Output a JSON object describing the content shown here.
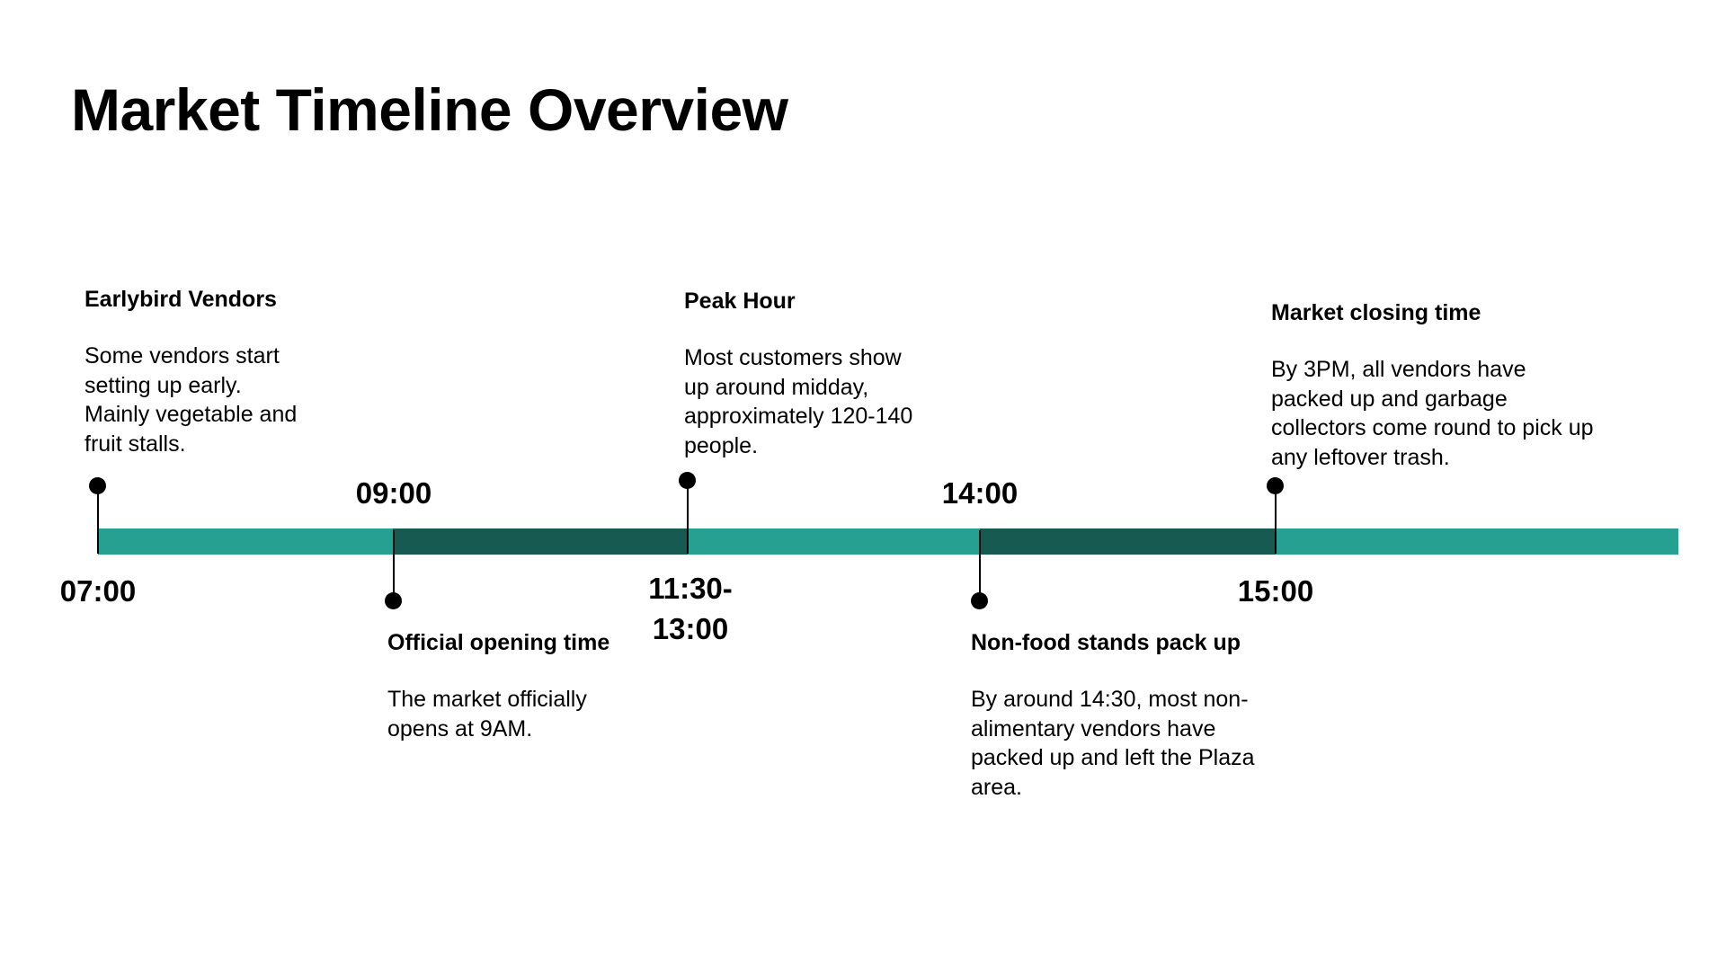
{
  "title": "Market Timeline Overview",
  "colors": {
    "segment_light": "#26a090",
    "segment_dark": "#165a52",
    "marker": "#000000"
  },
  "events": [
    {
      "time": "07:00",
      "title": "Earlybird Vendors",
      "description": "Some vendors start setting up early. Mainly vegetable and fruit stalls."
    },
    {
      "time": "09:00",
      "title": "Official opening time",
      "description": "The market officially opens at 9AM."
    },
    {
      "time": "11:30-\n13:00",
      "title": "Peak Hour",
      "description": "Most customers show up around midday, approximately 120-140 people."
    },
    {
      "time": "14:00",
      "title": "Non-food stands pack up",
      "description": "By around 14:30, most non-alimentary vendors have packed up and left the Plaza area."
    },
    {
      "time": "15:00",
      "title": "Market closing time",
      "description": "By 3PM, all vendors have packed up and garbage collectors come round to pick up any leftover trash."
    }
  ]
}
